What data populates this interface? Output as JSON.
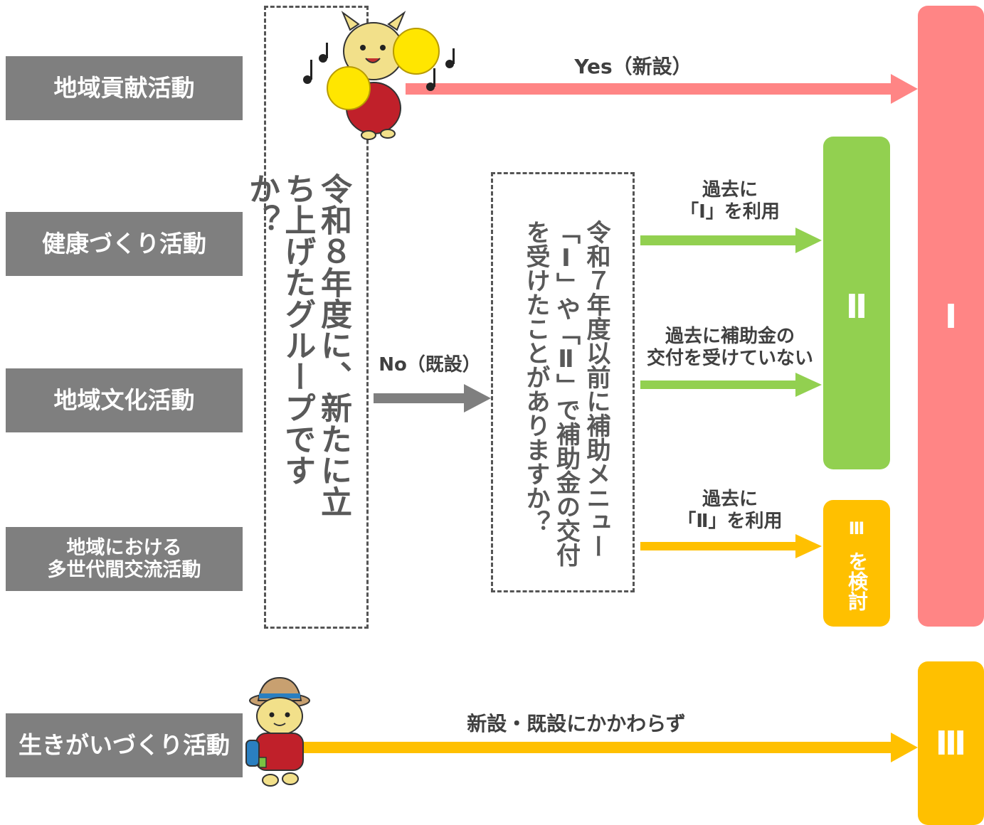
{
  "categories": [
    {
      "label": "地域貢献活動"
    },
    {
      "label": "健康づくり活動"
    },
    {
      "label": "地域文化活動"
    },
    {
      "label": "地域における\n多世代間交流活動"
    },
    {
      "label": "生きがいづくり活動"
    }
  ],
  "question1": {
    "text": "令和８年度に、新たに立ち上げたグループですか？"
  },
  "question2": {
    "text": "令和７年度以前に補助メニュー「Ⅰ」や「Ⅱ」で補助金の交付を受けたことがありますか？"
  },
  "arrows": {
    "yes": "Yes（新設）",
    "no": "No（既設）",
    "used_1": "過去に\n「Ⅰ」を利用",
    "not_received": "過去に補助金の\n交付を受けていない",
    "used_2": "過去に\n「Ⅱ」を利用",
    "regardless": "新設・既設にかかわらず"
  },
  "boxes": {
    "menu_1": "Ⅰ",
    "menu_2": "Ⅱ",
    "menu_3_consider_num": "Ⅲ",
    "menu_3_consider_text": "を検討",
    "menu_3": "Ⅲ"
  },
  "colors": {
    "gray": "#7f7f7f",
    "red": "#ff8585",
    "green": "#92d050",
    "yellow": "#ffc000"
  }
}
